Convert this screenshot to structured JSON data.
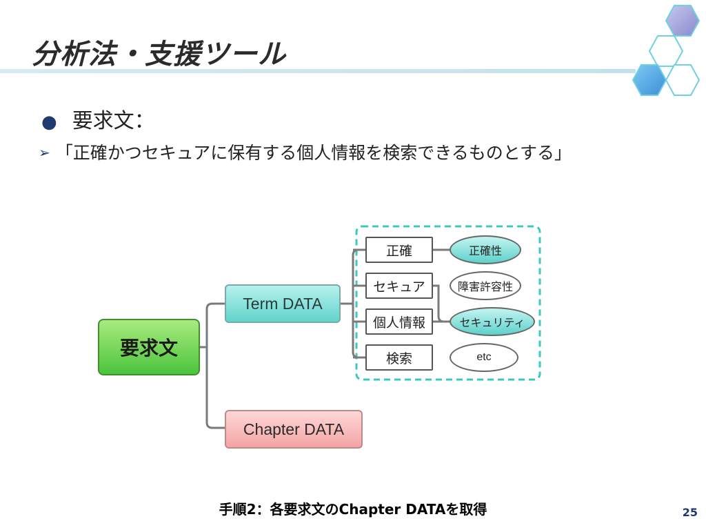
{
  "slide": {
    "title": "分析法・支援ツール",
    "bullet": "要求文：",
    "sub_bullet": "「正確かつセキュアに保有する個人情報を検索できるものとする」",
    "footer": "手順2：各要求文のChapter DATAを取得",
    "page_number": "25"
  },
  "diagram": {
    "root": "要求文",
    "branches": {
      "term": "Term DATA",
      "chapter": "Chapter DATA"
    },
    "terms": [
      "正確",
      "セキュア",
      "個人情報",
      "検索"
    ],
    "attributes": [
      "正確性",
      "障害許容性",
      "セキュリティ",
      "etc"
    ]
  },
  "colors": {
    "root_fill": "#4cc33c",
    "term_fill": "#62d3cc",
    "chapter_fill": "#f3a4a4",
    "dashed_frame": "#3cc8c0",
    "accent": "#1f3a6e"
  }
}
